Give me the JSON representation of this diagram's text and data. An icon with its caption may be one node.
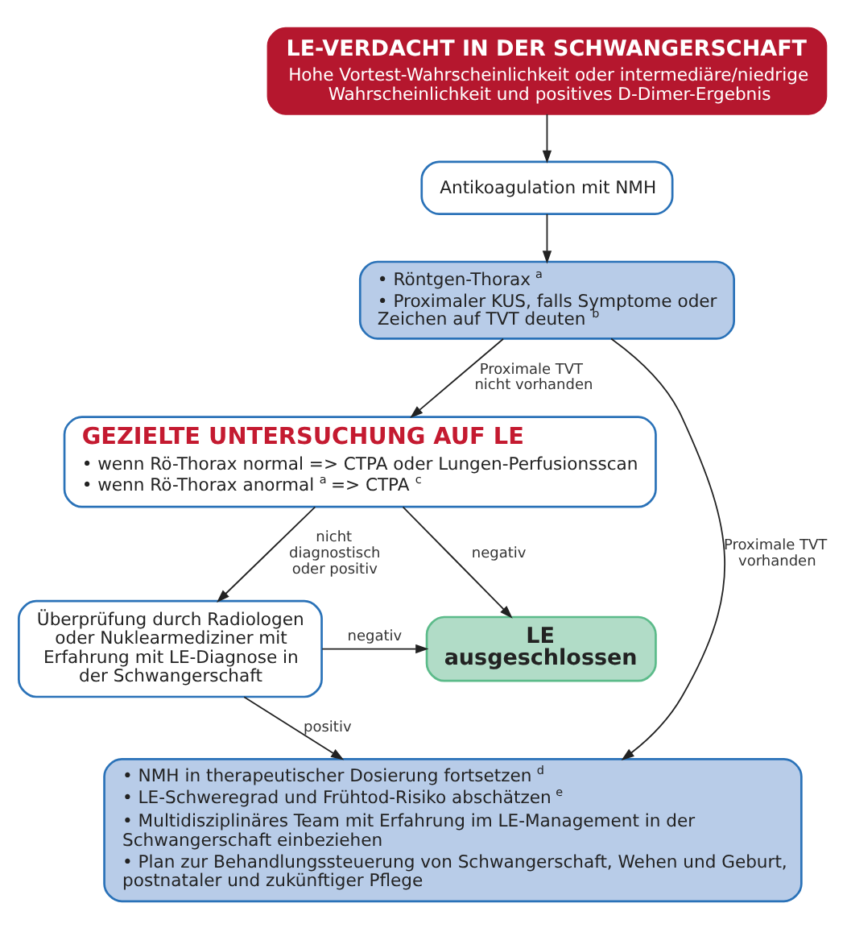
{
  "diagram": {
    "nodes": [
      {
        "text": [
          "LE-VERDACHT IN DER SCHWANGERSCHAFT",
          "Hohe Vortest-Wahrscheinlichkeit oder intermediäre/niedrige Wahrscheinlichkeit und positives D-Dimer-Ergebnis"
        ]
      },
      {
        "text": [
          "Antikoagulation mit NMH"
        ]
      },
      {
        "text": [
          "• Röntgen-Thorax $^{a}$",
          "• Proximaler KUS, falls Symptome oder Zeichen auf TVT deuten $^{b}$"
        ]
      },
      {
        "text": [
          "GEZIELTE UNTERSUCHUNG AUF LE",
          "• wenn Rö-Thorax normal => CTPA oder Lungen-Perfusionsscan",
          "• wenn Rö-Thorax anormal $^{a}$ => CTPA $^{c}$"
        ]
      },
      {
        "text": [
          "LE ausgeschlossen"
        ]
      },
      {
        "text": [
          "Überprüfung durch Radiologen oder Nuklearmediziner mit Erfahrung mit LE-Diagnose in der Schwangerschaft"
        ]
      },
      {
        "text": [
          "• NMH in therapeutischer Dosierung fortsetzen $^{d}$",
          "• LE-Schweregrad und Frühtod-Risiko abschätzen $^{e}$",
          "• Multidisziplinäres Team mit Erfahrung im LE-Management in der Schwangerschaft einbeziehen",
          "• Plan zur Behandlungssteuerung von Schwangerschaft, Wehen und Geburt, postnataler und zukünftiger Pflege"
        ]
      }
    ],
    "edges": [
      {
        "from": 0,
        "to": 1,
        "arrow": "to"
      },
      {
        "from": 1,
        "to": 2,
        "arrow": "to"
      },
      {
        "from": 2,
        "to": 3,
        "arrow": "to",
        "label": "Proximale TVT nicht vorhanden"
      },
      {
        "from": 2,
        "to": 6,
        "arrow": "to",
        "label": "Proximale TVT vorhanden"
      },
      {
        "from": 3,
        "to": 4,
        "arrow": "to",
        "label": "negativ"
      },
      {
        "from": 3,
        "to": 5,
        "arrow": "to",
        "label": "nicht diagnostisch oder positiv"
      },
      {
        "from": 5,
        "to": 4,
        "arrow": "to",
        "label": "negativ"
      },
      {
        "from": 5,
        "to": 6,
        "arrow": "to",
        "label": "positiv"
      }
    ]
  }
}
